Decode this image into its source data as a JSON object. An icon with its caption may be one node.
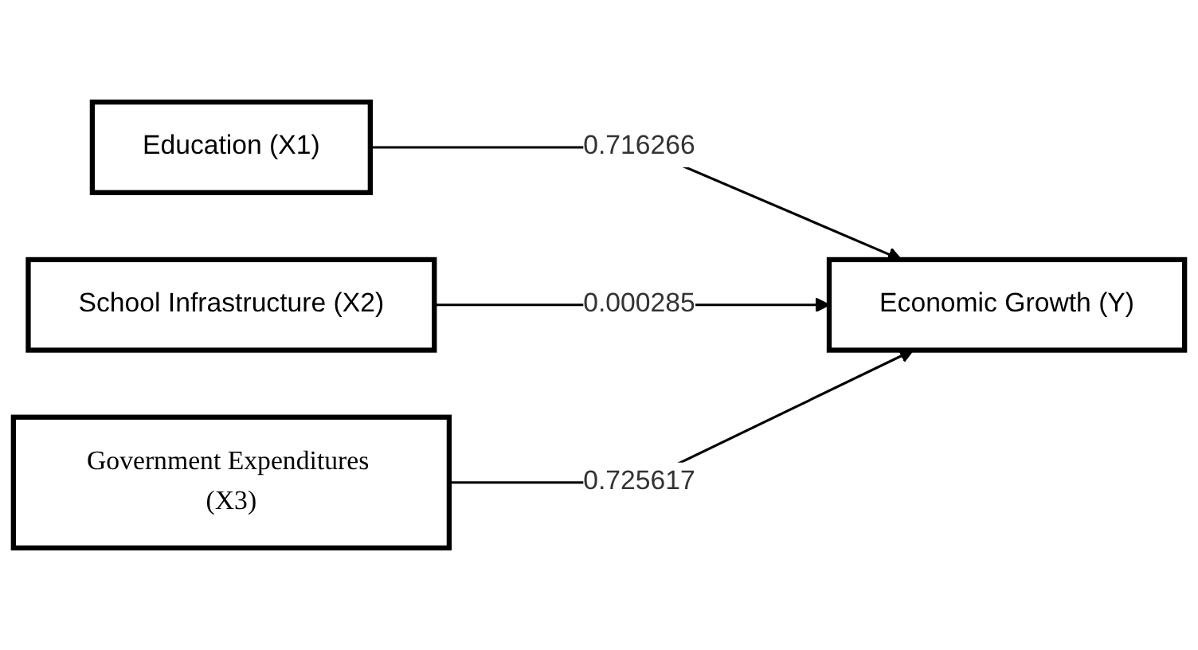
{
  "diagram": {
    "nodes": [
      {
        "text": [
          "Education (X1)"
        ]
      },
      {
        "text": [
          "School Infrastructure (X2)"
        ]
      },
      {
        "text": [
          "Government Expenditures (X3)"
        ]
      },
      {
        "text": [
          "Economic Growth (Y)"
        ]
      }
    ],
    "edges": [
      {
        "from": 0,
        "to": 3,
        "arrow": "to",
        "label": "0.716266"
      },
      {
        "from": 1,
        "to": 3,
        "arrow": "to",
        "label": "0.000285"
      },
      {
        "from": 2,
        "to": 3,
        "arrow": "to",
        "label": "0.725617"
      }
    ]
  }
}
